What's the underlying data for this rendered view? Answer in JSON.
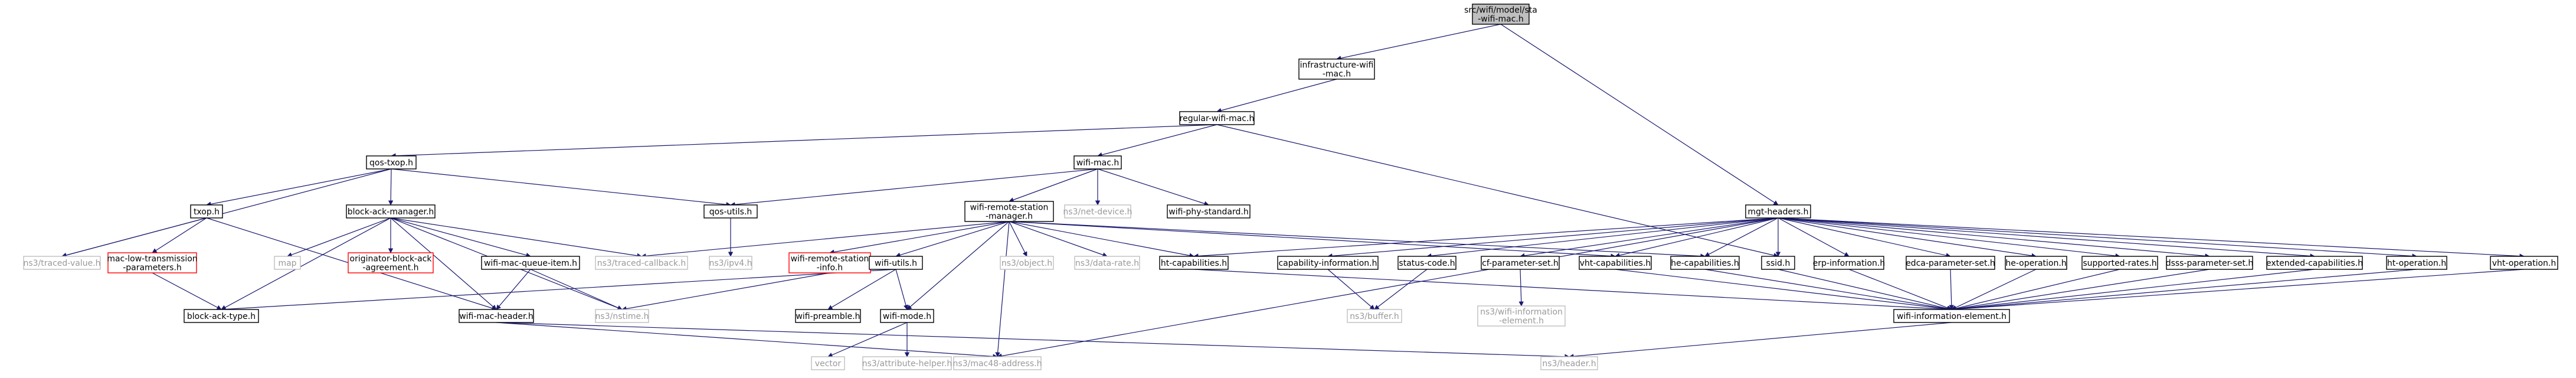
{
  "colors": {
    "edge": "#191970",
    "border_default": "#000000",
    "border_missing": "#bfbfbf",
    "border_red": "#ff0000",
    "fill_root": "#bfbfbf",
    "fill_default": "#ffffff"
  },
  "graph": {
    "nodes": [
      {
        "id": "root",
        "lines": [
          "src/wifi/model/sta",
          "-wifi-mac.h"
        ],
        "kind": "root"
      },
      {
        "id": "infra",
        "lines": [
          "infrastructure-wifi",
          "-mac.h"
        ],
        "kind": "default"
      },
      {
        "id": "regular",
        "lines": [
          "regular-wifi-mac.h"
        ],
        "kind": "default"
      },
      {
        "id": "qostxop",
        "lines": [
          "qos-txop.h"
        ],
        "kind": "default"
      },
      {
        "id": "wifimac",
        "lines": [
          "wifi-mac.h"
        ],
        "kind": "default"
      },
      {
        "id": "mgt",
        "lines": [
          "mgt-headers.h"
        ],
        "kind": "default"
      },
      {
        "id": "txop",
        "lines": [
          "txop.h"
        ],
        "kind": "default"
      },
      {
        "id": "bam",
        "lines": [
          "block-ack-manager.h"
        ],
        "kind": "default"
      },
      {
        "id": "qosutils",
        "lines": [
          "qos-utils.h"
        ],
        "kind": "default"
      },
      {
        "id": "netdevice",
        "lines": [
          "ns3/net-device.h"
        ],
        "kind": "missing"
      },
      {
        "id": "physt",
        "lines": [
          "wifi-phy-standard.h"
        ],
        "kind": "default"
      },
      {
        "id": "wrsm",
        "lines": [
          "wifi-remote-station",
          "-manager.h"
        ],
        "kind": "default"
      },
      {
        "id": "tracedvalue",
        "lines": [
          "ns3/traced-value.h"
        ],
        "kind": "missing"
      },
      {
        "id": "mltp",
        "lines": [
          "mac-low-transmission",
          "-parameters.h"
        ],
        "kind": "red"
      },
      {
        "id": "map",
        "lines": [
          "map"
        ],
        "kind": "missing"
      },
      {
        "id": "oba",
        "lines": [
          "originator-block-ack",
          "-agreement.h"
        ],
        "kind": "red"
      },
      {
        "id": "wmqi",
        "lines": [
          "wifi-mac-queue-item.h"
        ],
        "kind": "default"
      },
      {
        "id": "tracedcb",
        "lines": [
          "ns3/traced-callback.h"
        ],
        "kind": "missing"
      },
      {
        "id": "ipv4",
        "lines": [
          "ns3/ipv4.h"
        ],
        "kind": "missing"
      },
      {
        "id": "wrsi",
        "lines": [
          "wifi-remote-station",
          "-info.h"
        ],
        "kind": "red"
      },
      {
        "id": "wifiutils",
        "lines": [
          "wifi-utils.h"
        ],
        "kind": "default"
      },
      {
        "id": "object",
        "lines": [
          "ns3/object.h"
        ],
        "kind": "missing"
      },
      {
        "id": "datarate",
        "lines": [
          "ns3/data-rate.h"
        ],
        "kind": "missing"
      },
      {
        "id": "htcap",
        "lines": [
          "ht-capabilities.h"
        ],
        "kind": "default"
      },
      {
        "id": "capinfo",
        "lines": [
          "capability-information.h"
        ],
        "kind": "default"
      },
      {
        "id": "statuscode",
        "lines": [
          "status-code.h"
        ],
        "kind": "default"
      },
      {
        "id": "cfparam",
        "lines": [
          "cf-parameter-set.h"
        ],
        "kind": "default"
      },
      {
        "id": "vhtcap",
        "lines": [
          "vht-capabilities.h"
        ],
        "kind": "default"
      },
      {
        "id": "hecap",
        "lines": [
          "he-capabilities.h"
        ],
        "kind": "default"
      },
      {
        "id": "ssid",
        "lines": [
          "ssid.h"
        ],
        "kind": "default"
      },
      {
        "id": "erpinfo",
        "lines": [
          "erp-information.h"
        ],
        "kind": "default"
      },
      {
        "id": "edca",
        "lines": [
          "edca-parameter-set.h"
        ],
        "kind": "default"
      },
      {
        "id": "heop",
        "lines": [
          "he-operation.h"
        ],
        "kind": "default"
      },
      {
        "id": "suprates",
        "lines": [
          "supported-rates.h"
        ],
        "kind": "default"
      },
      {
        "id": "dsss",
        "lines": [
          "dsss-parameter-set.h"
        ],
        "kind": "default"
      },
      {
        "id": "extcap",
        "lines": [
          "extended-capabilities.h"
        ],
        "kind": "default"
      },
      {
        "id": "htop",
        "lines": [
          "ht-operation.h"
        ],
        "kind": "default"
      },
      {
        "id": "vhtop",
        "lines": [
          "vht-operation.h"
        ],
        "kind": "default"
      },
      {
        "id": "bat",
        "lines": [
          "block-ack-type.h"
        ],
        "kind": "default"
      },
      {
        "id": "wmh",
        "lines": [
          "wifi-mac-header.h"
        ],
        "kind": "default"
      },
      {
        "id": "nstime",
        "lines": [
          "ns3/nstime.h"
        ],
        "kind": "missing"
      },
      {
        "id": "preamble",
        "lines": [
          "wifi-preamble.h"
        ],
        "kind": "default"
      },
      {
        "id": "wifimode",
        "lines": [
          "wifi-mode.h"
        ],
        "kind": "default"
      },
      {
        "id": "buffer",
        "lines": [
          "ns3/buffer.h"
        ],
        "kind": "missing"
      },
      {
        "id": "nswie",
        "lines": [
          "ns3/wifi-information",
          "-element.h"
        ],
        "kind": "missing"
      },
      {
        "id": "wie",
        "lines": [
          "wifi-information-element.h"
        ],
        "kind": "default"
      },
      {
        "id": "vector",
        "lines": [
          "vector"
        ],
        "kind": "missing"
      },
      {
        "id": "attrhelper",
        "lines": [
          "ns3/attribute-helper.h"
        ],
        "kind": "missing"
      },
      {
        "id": "mac48",
        "lines": [
          "ns3/mac48-address.h"
        ],
        "kind": "missing"
      },
      {
        "id": "nsheader",
        "lines": [
          "ns3/header.h"
        ],
        "kind": "missing"
      }
    ],
    "edges": [
      [
        "root",
        "infra"
      ],
      [
        "root",
        "mgt"
      ],
      [
        "infra",
        "regular"
      ],
      [
        "regular",
        "qostxop"
      ],
      [
        "regular",
        "wifimac"
      ],
      [
        "regular",
        "ssid"
      ],
      [
        "qostxop",
        "txop"
      ],
      [
        "qostxop",
        "bam"
      ],
      [
        "qostxop",
        "qosutils"
      ],
      [
        "qostxop",
        "tracedvalue"
      ],
      [
        "wifimac",
        "qosutils"
      ],
      [
        "wifimac",
        "netdevice"
      ],
      [
        "wifimac",
        "physt"
      ],
      [
        "wifimac",
        "wrsm"
      ],
      [
        "txop",
        "tracedvalue"
      ],
      [
        "txop",
        "mltp"
      ],
      [
        "txop",
        "wmh"
      ],
      [
        "mltp",
        "bat"
      ],
      [
        "bam",
        "map"
      ],
      [
        "bam",
        "oba"
      ],
      [
        "bam",
        "wmqi"
      ],
      [
        "bam",
        "tracedcb"
      ],
      [
        "bam",
        "bat"
      ],
      [
        "bam",
        "wmh"
      ],
      [
        "bam",
        "nstime"
      ],
      [
        "wmqi",
        "wmh"
      ],
      [
        "wmqi",
        "nstime"
      ],
      [
        "qosutils",
        "ipv4"
      ],
      [
        "wrsm",
        "tracedcb"
      ],
      [
        "wrsm",
        "wrsi"
      ],
      [
        "wrsm",
        "wifiutils"
      ],
      [
        "wrsm",
        "object"
      ],
      [
        "wrsm",
        "datarate"
      ],
      [
        "wrsm",
        "htcap"
      ],
      [
        "wrsm",
        "vhtcap"
      ],
      [
        "wrsm",
        "hecap"
      ],
      [
        "wrsm",
        "wifimode"
      ],
      [
        "wrsm",
        "mac48"
      ],
      [
        "wrsi",
        "nstime"
      ],
      [
        "wifiutils",
        "bat"
      ],
      [
        "wifiutils",
        "preamble"
      ],
      [
        "wifiutils",
        "wifimode"
      ],
      [
        "wifimode",
        "vector"
      ],
      [
        "wifimode",
        "attrhelper"
      ],
      [
        "wmh",
        "mac48"
      ],
      [
        "wmh",
        "nsheader"
      ],
      [
        "mgt",
        "mac48"
      ],
      [
        "mgt",
        "htcap"
      ],
      [
        "mgt",
        "capinfo"
      ],
      [
        "mgt",
        "statuscode"
      ],
      [
        "mgt",
        "cfparam"
      ],
      [
        "mgt",
        "vhtcap"
      ],
      [
        "mgt",
        "hecap"
      ],
      [
        "mgt",
        "ssid"
      ],
      [
        "mgt",
        "erpinfo"
      ],
      [
        "mgt",
        "edca"
      ],
      [
        "mgt",
        "heop"
      ],
      [
        "mgt",
        "suprates"
      ],
      [
        "mgt",
        "dsss"
      ],
      [
        "mgt",
        "extcap"
      ],
      [
        "mgt",
        "htop"
      ],
      [
        "mgt",
        "vhtop"
      ],
      [
        "htcap",
        "wie"
      ],
      [
        "vhtcap",
        "wie"
      ],
      [
        "hecap",
        "wie"
      ],
      [
        "ssid",
        "wie"
      ],
      [
        "erpinfo",
        "wie"
      ],
      [
        "edca",
        "wie"
      ],
      [
        "heop",
        "wie"
      ],
      [
        "suprates",
        "wie"
      ],
      [
        "dsss",
        "wie"
      ],
      [
        "extcap",
        "wie"
      ],
      [
        "htop",
        "wie"
      ],
      [
        "vhtop",
        "wie"
      ],
      [
        "capinfo",
        "buffer"
      ],
      [
        "statuscode",
        "buffer"
      ],
      [
        "cfparam",
        "nswie"
      ],
      [
        "wie",
        "nsheader"
      ]
    ]
  }
}
